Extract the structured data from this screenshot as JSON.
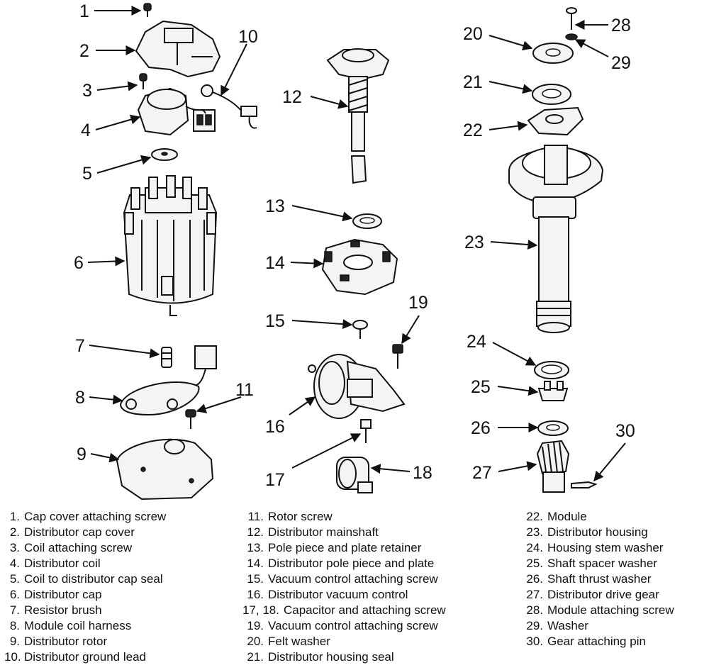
{
  "callouts": [
    "1",
    "2",
    "3",
    "4",
    "5",
    "6",
    "7",
    "8",
    "9",
    "10",
    "11",
    "12",
    "13",
    "14",
    "15",
    "16",
    "17",
    "18",
    "19",
    "20",
    "21",
    "22",
    "23",
    "24",
    "25",
    "26",
    "27",
    "28",
    "29",
    "30"
  ],
  "legend": {
    "col1": [
      {
        "num": "1.",
        "text": "Cap cover attaching screw"
      },
      {
        "num": "2.",
        "text": "Distributor cap cover"
      },
      {
        "num": "3.",
        "text": "Coil attaching screw"
      },
      {
        "num": "4.",
        "text": "Distributor coil"
      },
      {
        "num": "5.",
        "text": "Coil to distributor cap seal"
      },
      {
        "num": "6.",
        "text": "Distributor cap"
      },
      {
        "num": "7.",
        "text": "Resistor brush"
      },
      {
        "num": "8.",
        "text": "Module coil harness"
      },
      {
        "num": "9.",
        "text": "Distributor rotor"
      },
      {
        "num": "10.",
        "text": "Distributor ground lead"
      }
    ],
    "col2": [
      {
        "num": "11.",
        "text": "Rotor screw"
      },
      {
        "num": "12.",
        "text": "Distributor mainshaft"
      },
      {
        "num": "13.",
        "text": "Pole piece and plate retainer"
      },
      {
        "num": "14.",
        "text": "Distributor pole piece and plate"
      },
      {
        "num": "15.",
        "text": "Vacuum control attaching screw"
      },
      {
        "num": "16.",
        "text": "Distributor vacuum control"
      },
      {
        "num": "17, 18.",
        "text": "Capacitor and attaching screw"
      },
      {
        "num": "19.",
        "text": "Vacuum control attaching screw"
      },
      {
        "num": "20.",
        "text": "Felt washer"
      },
      {
        "num": "21.",
        "text": "Distributor housing seal"
      }
    ],
    "col3": [
      {
        "num": "22.",
        "text": "Module"
      },
      {
        "num": "23.",
        "text": "Distributor housing"
      },
      {
        "num": "24.",
        "text": "Housing stem washer"
      },
      {
        "num": "25.",
        "text": "Shaft spacer washer"
      },
      {
        "num": "26.",
        "text": "Shaft thrust washer"
      },
      {
        "num": "27.",
        "text": "Distributor drive gear"
      },
      {
        "num": "28.",
        "text": "Module attaching screw"
      },
      {
        "num": "29.",
        "text": "Washer"
      },
      {
        "num": "30.",
        "text": "Gear attaching pin"
      }
    ]
  }
}
